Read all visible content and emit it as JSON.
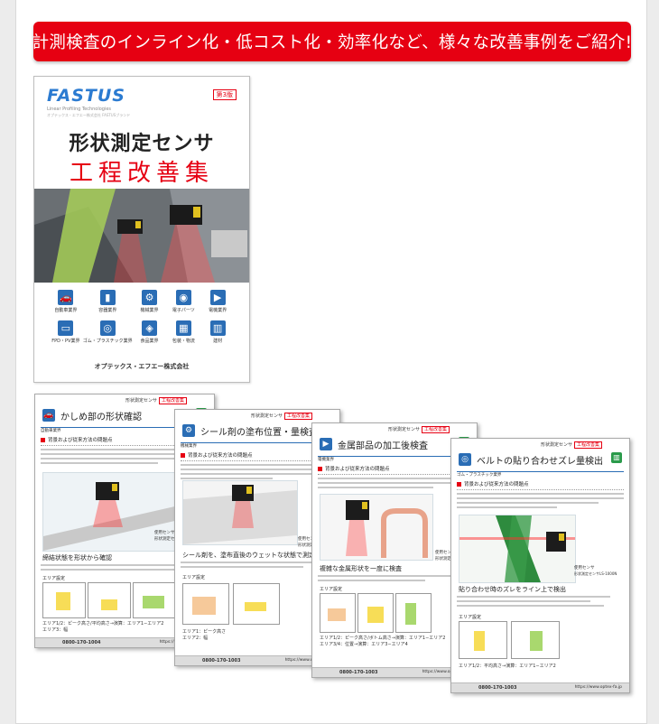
{
  "banner": {
    "text": "計測検査のインライン化・低コスト化・効率化など、様々な改善事例をご紹介!"
  },
  "colors": {
    "accent_red": "#e60012",
    "brand_blue": "#2a6db5",
    "frame_bg": "#ececec"
  },
  "cover": {
    "logo": "FASTUS",
    "logo_sub": "Linear Profiling Technologies",
    "logo_sub2": "オプテックス・エフエー株式会社 FASTUSブランド",
    "edition": "第3版",
    "title_line1": "形状測定センサ",
    "title_line2": "工程改善集",
    "company": "オプテックス・エフエー株式会社",
    "industries": [
      {
        "label": "自動車業界",
        "icon": "car-icon",
        "glyph": "🚗"
      },
      {
        "label": "容器業界",
        "icon": "bottle-icon",
        "glyph": "▮"
      },
      {
        "label": "機械業界",
        "icon": "gear-icon",
        "glyph": "⚙"
      },
      {
        "label": "電子パーツ",
        "icon": "disc-icon",
        "glyph": "◉"
      },
      {
        "label": "電機業界",
        "icon": "motor-icon",
        "glyph": "▶"
      },
      {
        "label": "FPD・PV業界",
        "icon": "monitor-icon",
        "glyph": "▭"
      },
      {
        "label": "ゴム・プラスチック業界",
        "icon": "roll-icon",
        "glyph": "◎"
      },
      {
        "label": "食品業界",
        "icon": "food-icon",
        "glyph": "◈"
      },
      {
        "label": "包装・物流",
        "icon": "package-icon",
        "glyph": "▦"
      },
      {
        "label": "建材",
        "icon": "building-icon",
        "glyph": "▥"
      }
    ]
  },
  "sheets": [
    {
      "title": "かしめ部の形状確認",
      "category": "自動車業界",
      "icon": "car-icon",
      "glyph": "🚗",
      "tag": "形状測定センサ",
      "tag_badge": "工程改善集",
      "background_heading": "背景および従来方法の問題点",
      "subheading": "締結状態を形状から確認",
      "area_label": "エリア設定",
      "area_note": "エリア1/2：ピーク高さ/平均高さ→演算：エリア1−エリア2",
      "area_note2": "エリア3：幅",
      "side_label": "使用センサ",
      "side_value": "形状測定センサ",
      "tel": "0800-170-1004",
      "url": "https://www.optex-fa.jp"
    },
    {
      "title": "シール剤の塗布位置・量検査",
      "category": "機械業界",
      "icon": "gear-icon",
      "glyph": "⚙",
      "tag": "形状測定センサ",
      "tag_badge": "工程改善集",
      "background_heading": "背景および従来方法の問題点",
      "subheading": "シール剤を、塗布直後のウェットな状態で測定",
      "area_label": "エリア設定",
      "area_note": "エリア1：ピーク高さ",
      "area_note2": "エリア2：幅",
      "side_label": "使用センサ",
      "side_value": "形状測定センサ",
      "tel": "0800-170-1003",
      "url": "https://www.optex-fa.jp"
    },
    {
      "title": "金属部品の加工後検査",
      "category": "電機業界",
      "icon": "motor-icon",
      "glyph": "▶",
      "tag": "形状測定センサ",
      "tag_badge": "工程改善集",
      "background_heading": "背景および従来方法の問題点",
      "subheading": "複雑な金属形状を一度に検査",
      "area_label": "エリア設定",
      "area_note": "エリア1/2：ピーク高さ/ボトム高さ→演算：エリア1−エリア2",
      "area_note2": "エリア3/4：位置→演算：エリア3−エリア4",
      "side_label": "使用センサ",
      "side_value": "形状測定センサ",
      "tel": "0800-170-1003",
      "url": "https://www.optex-fa.jp"
    },
    {
      "title": "ベルトの貼り合わせズレ量検出",
      "category": "ゴム・プラスチック業界",
      "icon": "roll-icon",
      "glyph": "◎",
      "tag": "形状測定センサ",
      "tag_badge": "工程改善集",
      "background_heading": "背景および従来方法の問題点",
      "subheading": "貼り合わせ時のズレをライン上で検出",
      "area_label": "エリア設定",
      "area_note": "エリア1/2：平均高さ→演算：エリア1−エリア2",
      "area_note2": "",
      "side_label": "使用センサ",
      "side_value": "形状測定センサLS-1000N",
      "tel": "0800-170-1003",
      "url": "https://www.optex-fa.jp"
    }
  ]
}
